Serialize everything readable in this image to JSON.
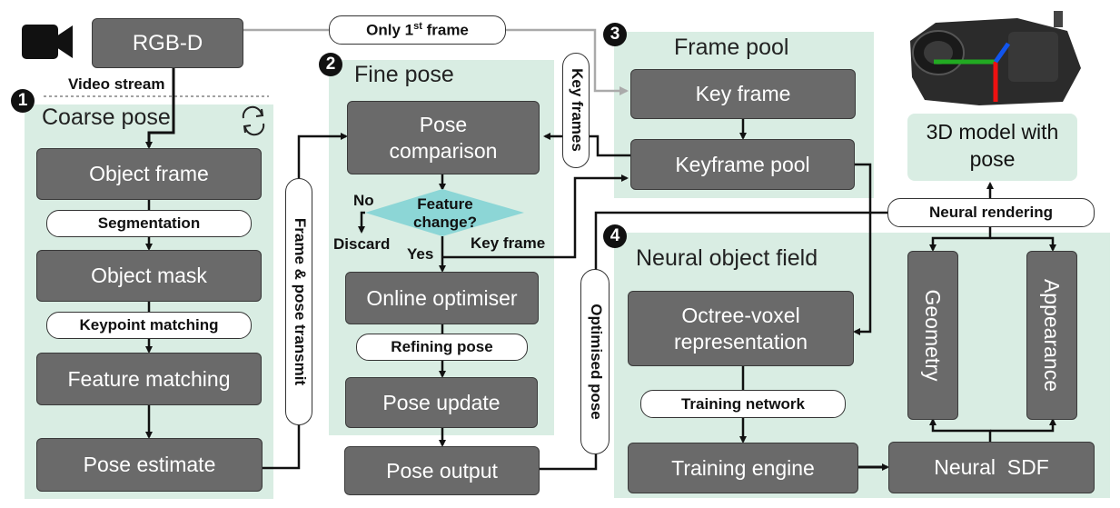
{
  "source": "RGB-D",
  "video_stream": "Video stream",
  "only_first_frame": {
    "main": "Only 1",
    "sup": "st",
    "rest": " frame"
  },
  "sections": {
    "coarse": {
      "num": "1",
      "title": "Coarse pose"
    },
    "fine": {
      "num": "2",
      "title": "Fine pose"
    },
    "pool": {
      "num": "3",
      "title": "Frame pool"
    },
    "neural": {
      "num": "4",
      "title": "Neural object field"
    }
  },
  "coarse": {
    "object_frame": "Object frame",
    "segmentation": "Segmentation",
    "object_mask": "Object mask",
    "keypoint_matching": "Keypoint matching",
    "feature_matching": "Feature matching",
    "pose_estimate": "Pose estimate"
  },
  "transmit": "Frame & pose transmit",
  "fine": {
    "pose_comparison": "Pose comparison",
    "feature_change": "Feature change?",
    "no": "No",
    "discard": "Discard",
    "yes": "Yes",
    "key_frame": "Key frame",
    "online_optimiser": "Online optimiser",
    "refining_pose": "Refining pose",
    "pose_update": "Pose update",
    "pose_output": "Pose output"
  },
  "key_frames": "Key frames",
  "optimised_pose": "Optimised pose",
  "pool": {
    "key_frame": "Key frame",
    "keyframe_pool": "Keyframe pool"
  },
  "result": "3D model with pose",
  "neural_rendering": "Neural rendering",
  "neural": {
    "octree": "Octree-voxel representation",
    "training_network": "Training network",
    "training_engine": "Training engine",
    "neural_sdf": "Neural  SDF",
    "geometry": "Geometry",
    "appearance": "Appearance"
  }
}
